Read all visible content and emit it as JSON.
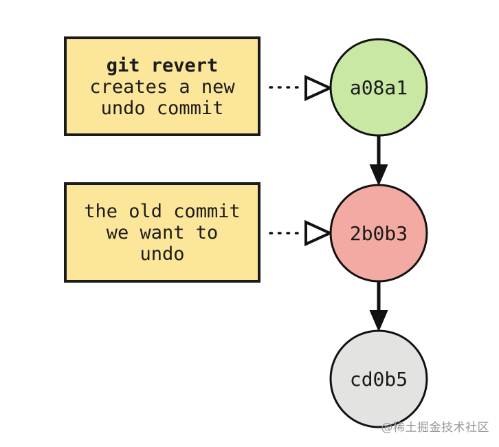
{
  "colors": {
    "note_fill": "#fbe69a",
    "note_border": "#1a1a1a",
    "node_a_fill": "#c8e8a4",
    "node_b_fill": "#f2aaa2",
    "node_c_fill": "#e3e3e1",
    "stroke": "#111111"
  },
  "notes": {
    "top": {
      "line1": "git revert",
      "line2": "creates a new",
      "line3": "undo commit"
    },
    "middle": {
      "line1": "the old commit",
      "line2": "we want to",
      "line3": "undo"
    }
  },
  "commits": {
    "a": {
      "label": "a08a1"
    },
    "b": {
      "label": "2b0b3"
    },
    "c": {
      "label": "cd0b5"
    }
  },
  "watermark": "@稀土掘金技术社区"
}
